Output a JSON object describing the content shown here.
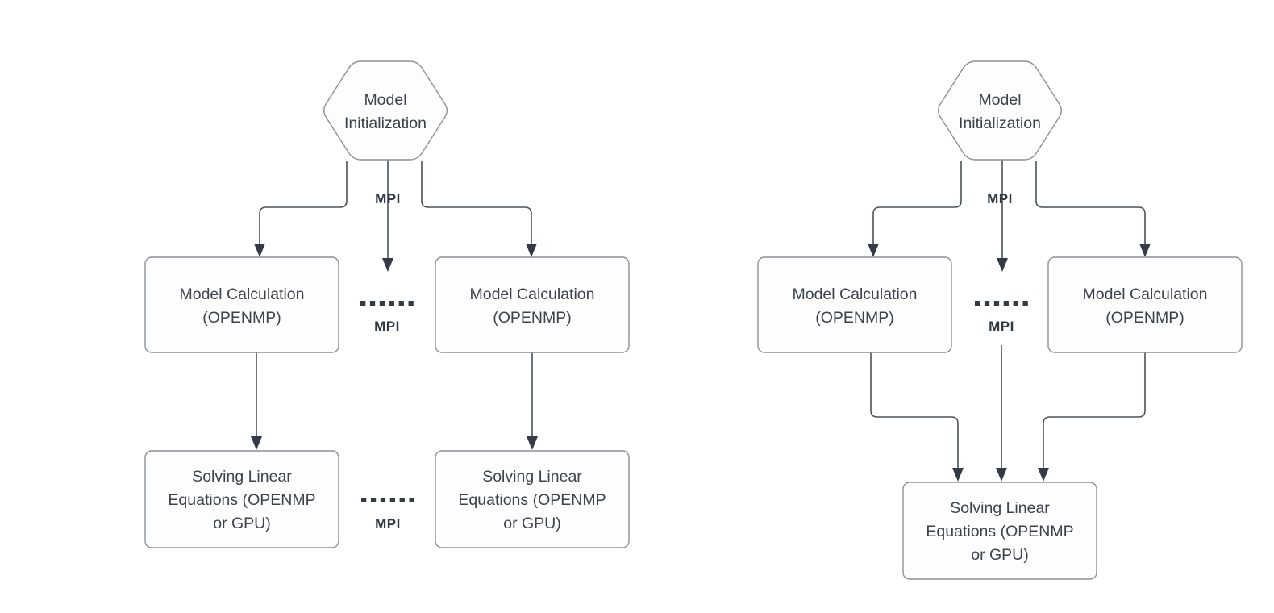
{
  "colors": {
    "connector": "#4a515b",
    "arrow": "#343b46",
    "node-border": "#8b9199",
    "node-fill": "#fdfdfe",
    "text": "#3c434d",
    "label": "#303843",
    "bg": "#ffffff"
  },
  "diagram_left": {
    "init": {
      "lines": [
        "Model",
        "Initialization"
      ]
    },
    "mpi_top": {
      "label": "MPI"
    },
    "calc_a": {
      "lines": [
        "Model Calculation",
        "(OPENMP)"
      ]
    },
    "calc_b": {
      "lines": [
        "Model Calculation",
        "(OPENMP)"
      ]
    },
    "mpi_calc": {
      "label": "MPI"
    },
    "solve_a": {
      "lines": [
        "Solving Linear",
        "Equations (OPENMP",
        "or GPU)"
      ]
    },
    "solve_b": {
      "lines": [
        "Solving Linear",
        "Equations (OPENMP",
        "or GPU)"
      ]
    },
    "mpi_solve": {
      "label": "MPI"
    }
  },
  "diagram_right": {
    "init": {
      "lines": [
        "Model",
        "Initialization"
      ]
    },
    "mpi_top": {
      "label": "MPI"
    },
    "calc_a": {
      "lines": [
        "Model Calculation",
        "(OPENMP)"
      ]
    },
    "calc_b": {
      "lines": [
        "Model Calculation",
        "(OPENMP)"
      ]
    },
    "mpi_calc": {
      "label": "MPI"
    },
    "solve": {
      "lines": [
        "Solving Linear",
        "Equations (OPENMP",
        "or GPU)"
      ]
    }
  }
}
